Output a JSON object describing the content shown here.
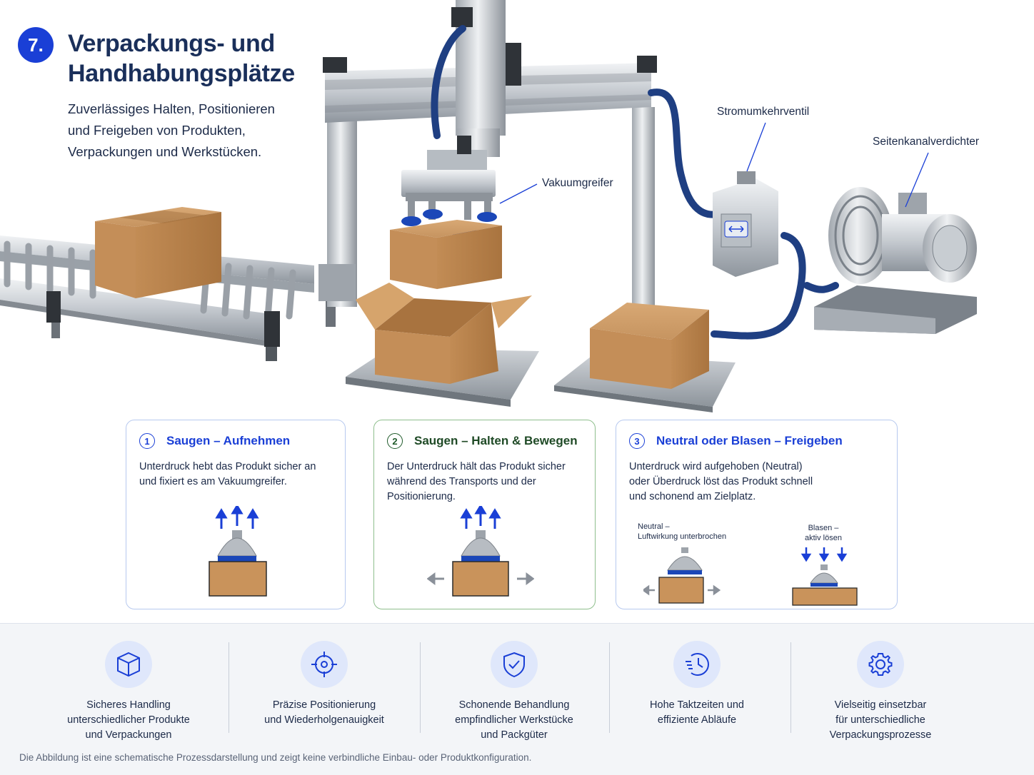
{
  "header": {
    "step_number": "7.",
    "title_line1": "Verpackungs- und",
    "title_line2": "Handhabungsplätze",
    "subtitle_line1": "Zuverlässiges Halten, Positionieren",
    "subtitle_line2": "und Freigeben von Produkten,",
    "subtitle_line3": "Verpackungen und Werkstücken."
  },
  "callouts": {
    "gripper": "Vakuumgreifer",
    "valve": "Stromumkehrventil",
    "compressor": "Seitenkanalverdichter"
  },
  "steps": [
    {
      "number": "1",
      "title": "Saugen – Aufnehmen",
      "text_line1": "Unterdruck hebt das Produkt sicher an",
      "text_line2": "und fixiert es am Vakuumgreifer."
    },
    {
      "number": "2",
      "title": "Saugen – Halten & Bewegen",
      "text_line1": "Der Unterdruck hält das Produkt sicher",
      "text_line2": "während des Transports und der",
      "text_line3": "Positionierung."
    },
    {
      "number": "3",
      "title": "Neutral oder Blasen – Freigeben",
      "text_line1": "Unterdruck wird aufgehoben (Neutral)",
      "text_line2": "oder Überdruck löst das Produkt schnell",
      "text_line3": "und schonend am Zielplatz.",
      "neutral_line1": "Neutral –",
      "neutral_line2": "Luftwirkung unterbrochen",
      "blow_line1": "Blasen –",
      "blow_line2": "aktiv lösen"
    }
  ],
  "features": [
    {
      "icon": "box-icon",
      "line1": "Sicheres Handling",
      "line2": "unterschiedlicher Produkte",
      "line3": "und Verpackungen"
    },
    {
      "icon": "target-icon",
      "line1": "Präzise Positionierung",
      "line2": "und Wiederholgenauigkeit"
    },
    {
      "icon": "shield-check-icon",
      "line1": "Schonende Behandlung",
      "line2": "empfindlicher Werkstücke",
      "line3": "und Packgüter"
    },
    {
      "icon": "clock-speed-icon",
      "line1": "Hohe Taktzeiten und",
      "line2": "effiziente Abläufe"
    },
    {
      "icon": "gear-icon",
      "line1": "Vielseitig einsetzbar",
      "line2": "für unterschiedliche",
      "line3": "Verpackungsprozesse"
    }
  ],
  "disclaimer": "Die Abbildung ist eine schematische Prozessdarstellung und zeigt keine verbindliche Einbau- oder Produktkonfiguration.",
  "colors": {
    "accent_blue": "#1a3fd6",
    "dark_navy": "#1a2f5a",
    "step2_green": "#1f4a26",
    "cardboard": "#c9935b",
    "hose_blue": "#1f3f82"
  }
}
